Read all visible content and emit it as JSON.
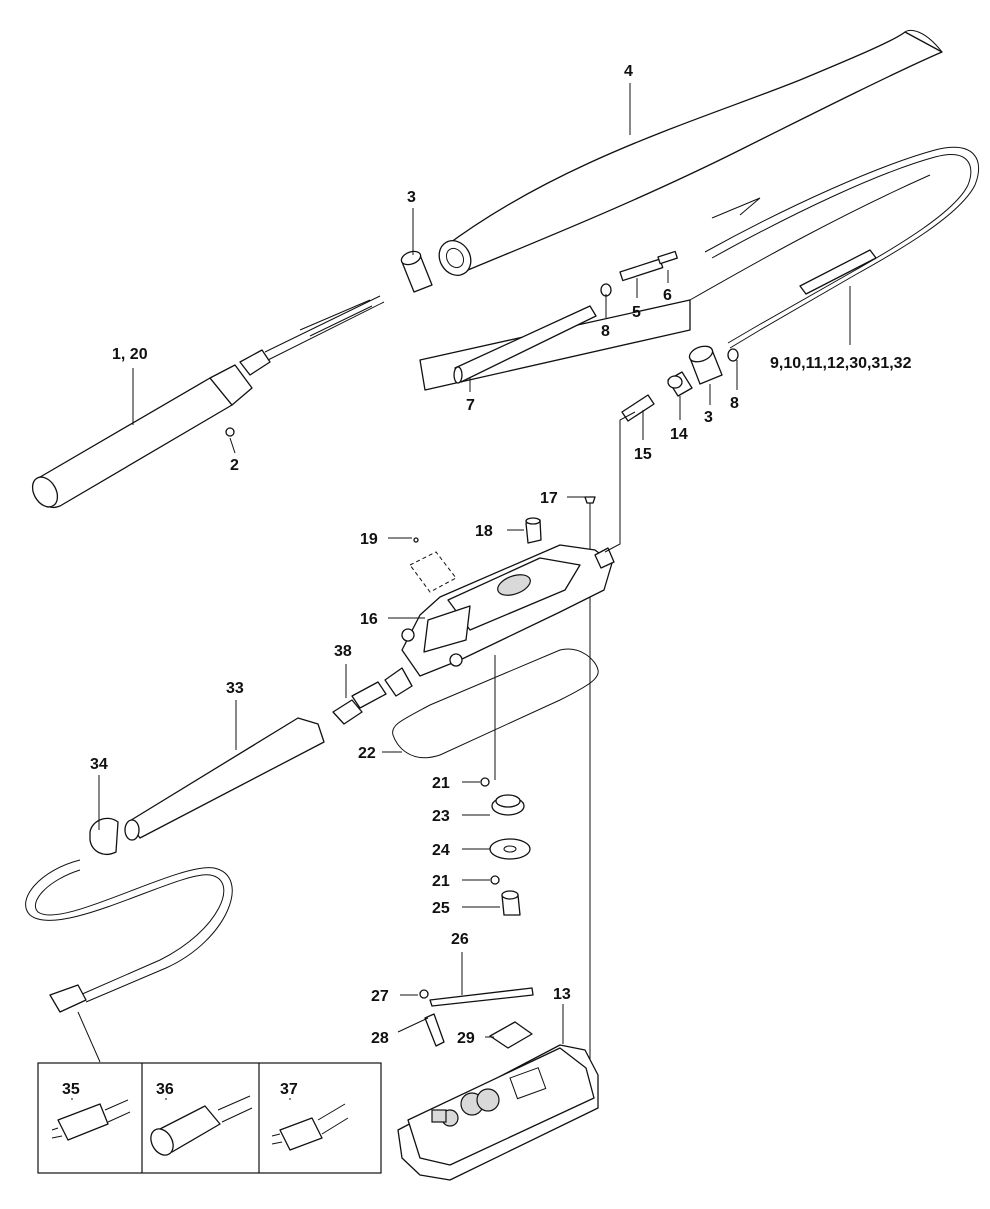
{
  "callouts": {
    "c4": "4",
    "c3a": "3",
    "c6": "6",
    "c5": "5",
    "c8a": "8",
    "c7": "7",
    "c9": "9,10,11,12,30,31,32",
    "c3b": "3",
    "c8b": "8",
    "c14": "14",
    "c15": "15",
    "c1": "1, 20",
    "c2": "2",
    "c17": "17",
    "c18": "18",
    "c19": "19",
    "c16": "16",
    "c38": "38",
    "c33": "33",
    "c22": "22",
    "c34": "34",
    "c21a": "21",
    "c23": "23",
    "c24": "24",
    "c21b": "21",
    "c25": "25",
    "c26": "26",
    "c27": "27",
    "c13": "13",
    "c28": "28",
    "c29": "29",
    "c35": "35",
    "c36": "36",
    "c37": "37"
  }
}
